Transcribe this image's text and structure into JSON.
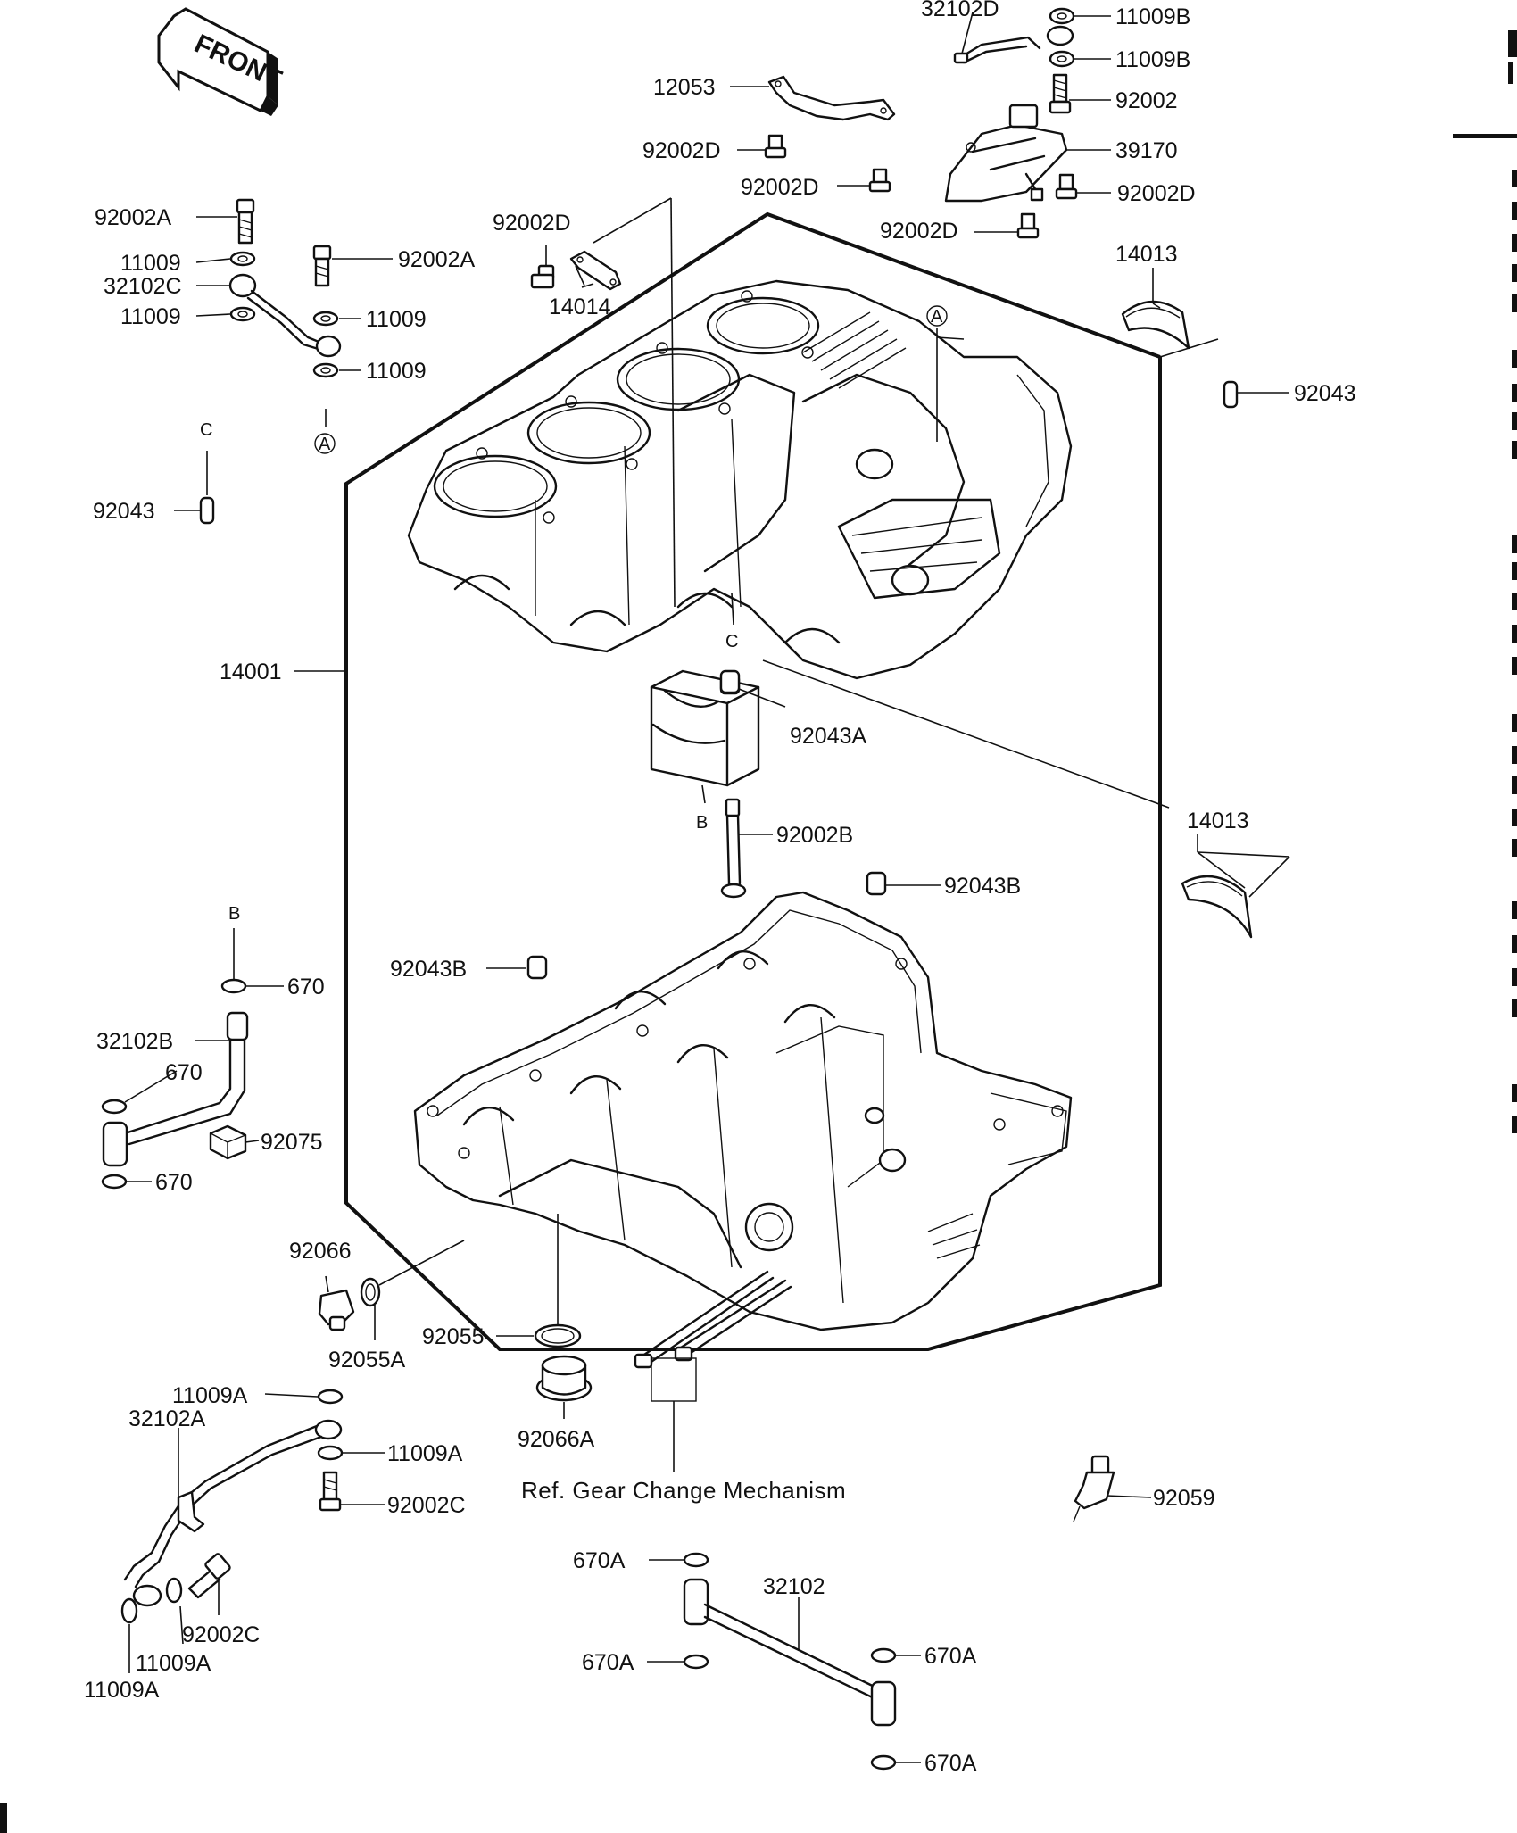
{
  "front_arrow": {
    "text": "FRONT"
  },
  "markers": {
    "a": "A",
    "b": "B",
    "c": "C"
  },
  "reference_text": "Ref. Gear Change Mechanism",
  "parts": {
    "p32102D": "32102D",
    "p11009B": "11009B",
    "p92002": "92002",
    "p12053": "12053",
    "p39170": "39170",
    "p92002D": "92002D",
    "p92002A": "92002A",
    "p11009": "11009",
    "p32102C": "32102C",
    "p14014": "14014",
    "p14013": "14013",
    "p92043": "92043",
    "p14001": "14001",
    "p92043A": "92043A",
    "p92002B": "92002B",
    "p92043B": "92043B",
    "p670": "670",
    "p32102B": "32102B",
    "p92075": "92075",
    "p92066": "92066",
    "p92055A": "92055A",
    "p92055": "92055",
    "p92066A": "92066A",
    "p11009A": "11009A",
    "p32102A": "32102A",
    "p92002C": "92002C",
    "p92059": "92059",
    "p670A": "670A",
    "p32102": "32102"
  }
}
